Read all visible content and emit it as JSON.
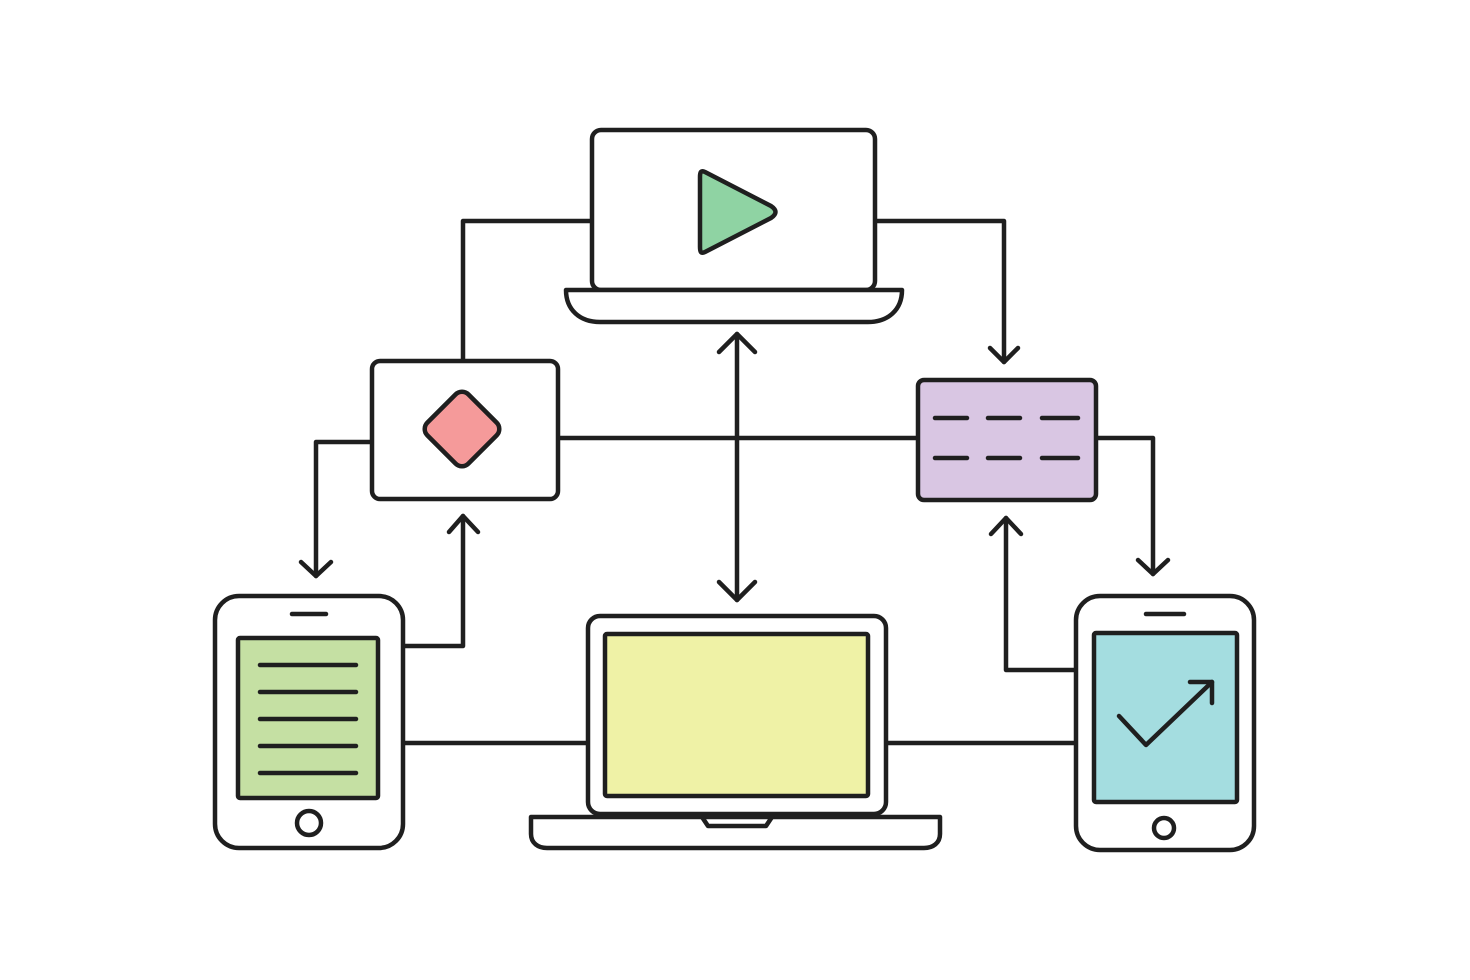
{
  "colors": {
    "line": "#1f1f1f",
    "background": "#ffffff",
    "play_triangle": "#8fd3a3",
    "diamond": "#f59a9a",
    "purple_panel": "#d9c6e3",
    "green_tablet_screen": "#c5e0a3",
    "yellow_laptop_screen": "#eff2a6",
    "blue_tablet_screen": "#a4dde0"
  },
  "nodes": [
    {
      "id": "video-laptop",
      "icon": "play-icon"
    },
    {
      "id": "decision-card",
      "icon": "diamond-icon"
    },
    {
      "id": "list-panel",
      "icon": "dashed-lines-icon"
    },
    {
      "id": "document-tablet",
      "icon": "text-lines-icon"
    },
    {
      "id": "main-laptop",
      "icon": "blank-screen"
    },
    {
      "id": "growth-tablet",
      "icon": "check-arrow-icon"
    }
  ],
  "connections": [
    {
      "from": "decision-card",
      "to": "video-laptop",
      "arrow": "none"
    },
    {
      "from": "video-laptop",
      "to": "list-panel",
      "arrow": "end"
    },
    {
      "from": "decision-card",
      "to": "list-panel",
      "arrow": "none"
    },
    {
      "from": "decision-card",
      "to": "document-tablet",
      "arrow": "end"
    },
    {
      "from": "document-tablet",
      "to": "decision-card",
      "arrow": "end"
    },
    {
      "from": "video-laptop",
      "to": "main-laptop",
      "arrow": "both"
    },
    {
      "from": "list-panel",
      "to": "growth-tablet",
      "arrow": "end"
    },
    {
      "from": "growth-tablet",
      "to": "list-panel",
      "arrow": "end"
    },
    {
      "from": "document-tablet",
      "to": "main-laptop",
      "arrow": "none"
    },
    {
      "from": "main-laptop",
      "to": "growth-tablet",
      "arrow": "none"
    }
  ]
}
